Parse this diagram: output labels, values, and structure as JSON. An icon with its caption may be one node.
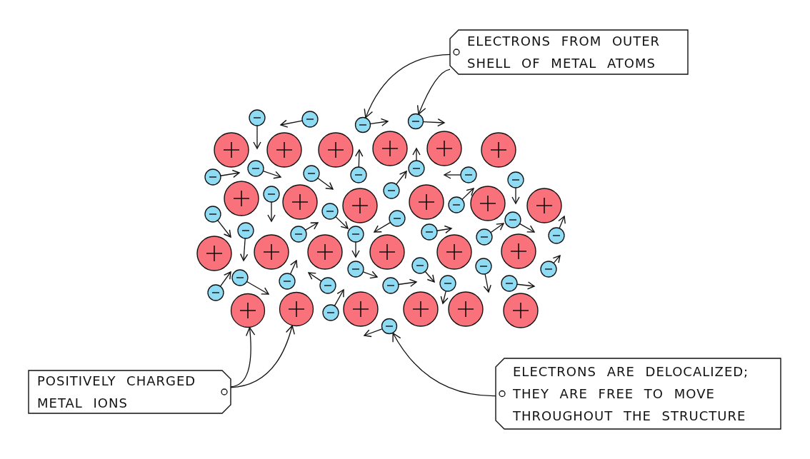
{
  "diagram": {
    "nodes": [
      {
        "text": [
          "ELECTRONS FROM OUTER SHELL OF METAL ATOMS"
        ]
      },
      {
        "text": [
          "POSITIVELY CHARGED METAL IONS"
        ]
      },
      {
        "text": [
          "ELECTRONS ARE DELOCALIZED; THEY ARE FREE TO MOVE THROUGHOUT THE STRUCTURE"
        ]
      },
      {
        "text": [],
        "shape": "circle"
      },
      {
        "text": [],
        "shape": "circle"
      },
      {
        "text": [],
        "shape": "circle"
      },
      {
        "text": [],
        "shape": "circle"
      },
      {
        "text": [],
        "shape": "circle"
      }
    ],
    "edges": [
      {
        "from": 0,
        "to": 3,
        "arrow": "to"
      },
      {
        "from": 0,
        "to": 4,
        "arrow": "to"
      },
      {
        "from": 1,
        "to": 5,
        "arrow": "to"
      },
      {
        "from": 1,
        "to": 6,
        "arrow": "to"
      },
      {
        "from": 2,
        "to": 7,
        "arrow": "to"
      }
    ]
  }
}
